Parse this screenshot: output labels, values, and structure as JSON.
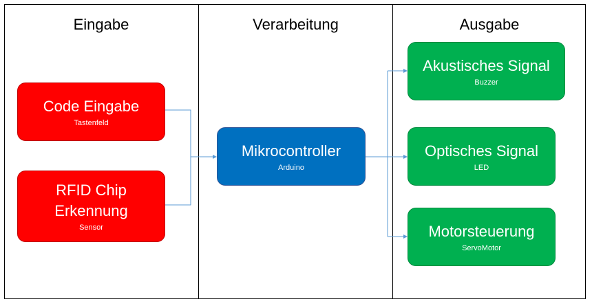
{
  "columns": {
    "input": "Eingabe",
    "processing": "Verarbeitung",
    "output": "Ausgabe"
  },
  "input_boxes": [
    {
      "title": "Code Eingabe",
      "subtitle": "Tastenfeld"
    },
    {
      "title": "RFID Chip\nErkennung",
      "subtitle": "Sensor"
    }
  ],
  "processor": {
    "title": "Mikrocontroller",
    "subtitle": "Arduino"
  },
  "output_boxes": [
    {
      "title": "Akustisches Signal",
      "subtitle": "Buzzer"
    },
    {
      "title": "Optisches Signal",
      "subtitle": "LED"
    },
    {
      "title": "Motorsteuerung",
      "subtitle": "ServoMotor"
    }
  ],
  "colors": {
    "input": "#ff0000",
    "processor": "#0070c0",
    "output": "#00b050",
    "connector": "#5b9bd5"
  }
}
